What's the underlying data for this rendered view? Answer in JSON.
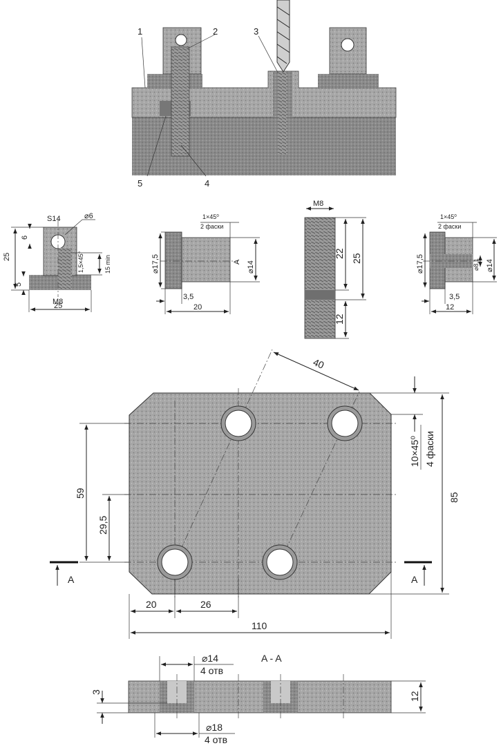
{
  "assembly": {
    "callouts": [
      "1",
      "2",
      "3",
      "4",
      "5"
    ]
  },
  "nut_detail": {
    "wrench_size": "S14",
    "hole_diameter": "⌀6",
    "dims": {
      "height_25": "25",
      "top_6": "6",
      "base_5": "5",
      "chamfer": "1,5×45°",
      "depth": "15 min",
      "thread": "M8",
      "width_25": "25"
    }
  },
  "bushing_detail": {
    "chamfer_top": "1×45⁰",
    "chamfer_note": "2 фаски",
    "flange_dia": "⌀17,5",
    "body_dia": "⌀14",
    "section_mark": "A",
    "flange_len": "3,5",
    "total_len": "20"
  },
  "stud_detail": {
    "thread": "M8",
    "len_22": "22",
    "len_25": "25",
    "len_12": "12"
  },
  "washer_detail": {
    "chamfer_top": "1×45⁰",
    "chamfer_note": "2 фаски",
    "flange_dia": "⌀17,5",
    "bore_dia": "⌀8,1",
    "body_dia": "⌀14",
    "flange_len": "3,5",
    "total_len": "12"
  },
  "plate_plan": {
    "diag_dim": "40",
    "chamfer_dim": "10×45⁰",
    "chamfer_note": "4 фаски",
    "height_85": "85",
    "dim_59": "59",
    "dim_29_5": "29,5",
    "dim_20": "20",
    "dim_26": "26",
    "width_110": "110",
    "section_left": "A",
    "section_right": "A"
  },
  "section_aa": {
    "title": "A - A",
    "bore_dia": "⌀14",
    "bore_count": "4 отв",
    "cbore_dia": "⌀18",
    "cbore_count": "4 отв",
    "depth_3": "3",
    "thick_12": "12"
  }
}
